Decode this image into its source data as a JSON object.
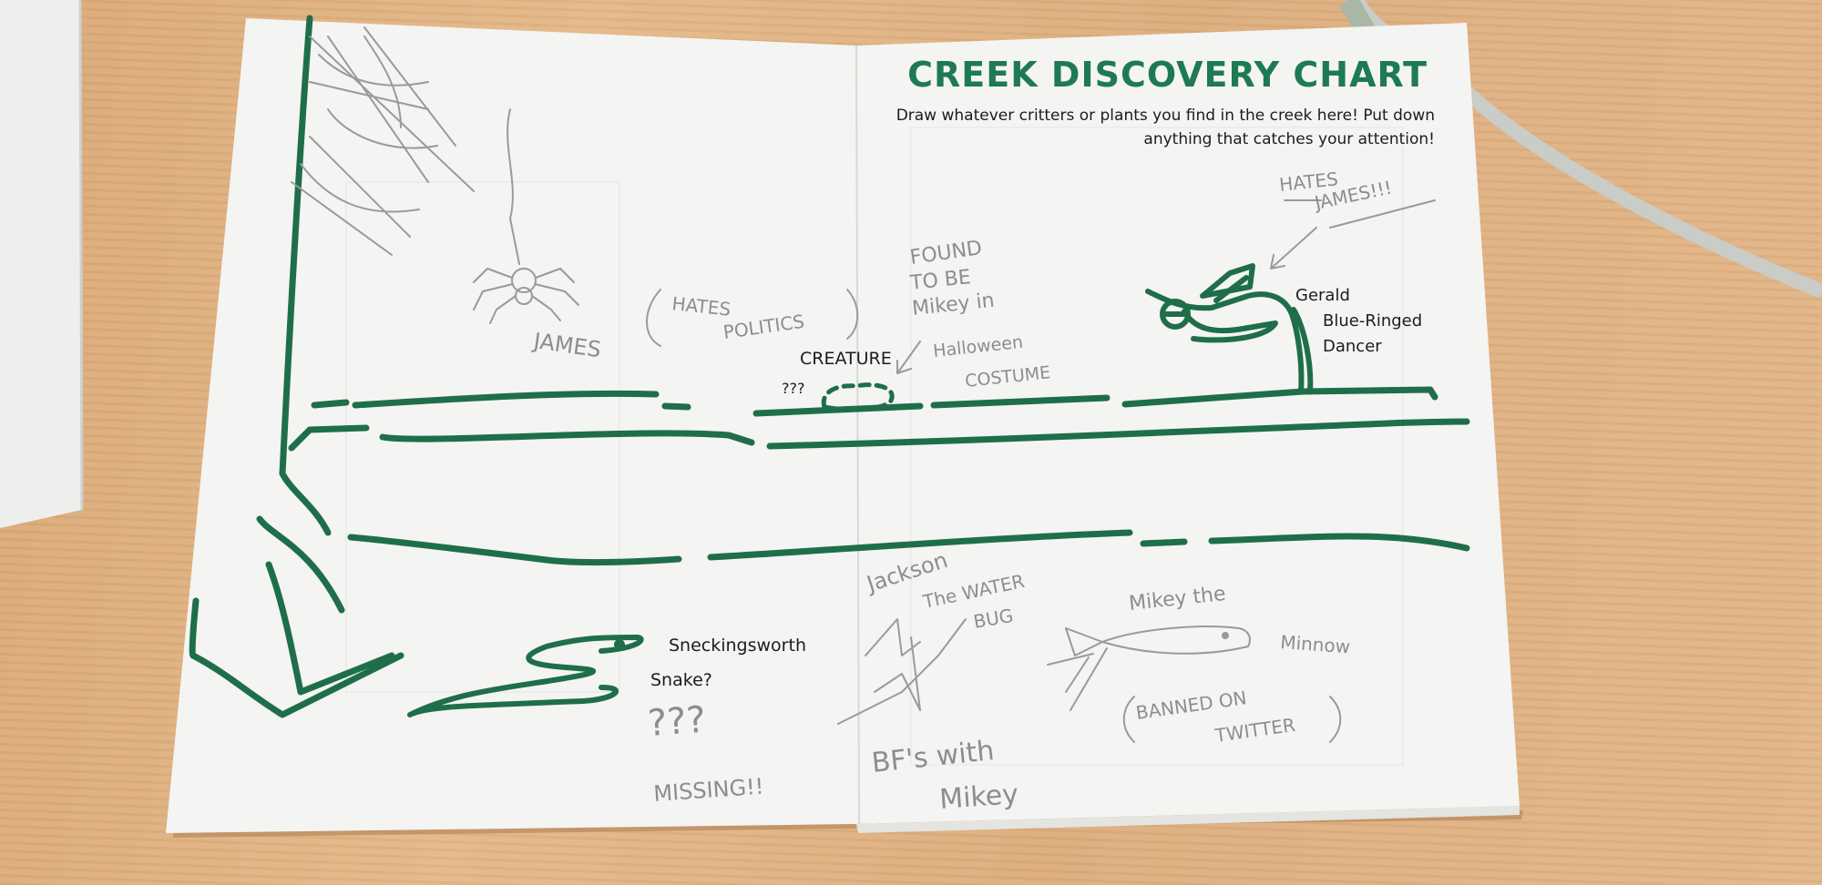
{
  "page": {
    "title": "CREEK DISCOVERY CHART",
    "instructions_line1": "Draw whatever critters or plants you find in the creek here! Put down",
    "instructions_line2": "anything that catches your attention!"
  },
  "printed_labels": {
    "creature": "CREATURE",
    "question": "???",
    "gerald": "Gerald",
    "blue_ringed": "Blue-Ringed",
    "dancer": "Dancer",
    "sneckingsworth": "Sneckingsworth",
    "snake": "Snake?"
  },
  "handwritten": {
    "hates_1": "HATES",
    "james_1": "JAMES!!!",
    "james_2": "JAMES",
    "hates_2": "HATES",
    "politics": "POLITICS",
    "found": "FOUND",
    "to_be": "TO BE",
    "mikey_in": "Mikey in",
    "halloween": "Halloween",
    "costume": "COSTUME",
    "jackson": "Jackson",
    "the_water": "The WATER",
    "bug": "BUG",
    "mikey_the": "Mikey the",
    "minnow": "Minnow",
    "banned_on": "BANNED ON",
    "twitter": "TWITTER",
    "question_marks": "???",
    "missing": "MISSING!!",
    "bfs_with": "BF's with",
    "mikey": "Mikey"
  },
  "colors": {
    "table": "#dcae7f",
    "paper": "#f4f4f2",
    "accent_green": "#1e7a53",
    "pencil": "#8d8d8d"
  }
}
